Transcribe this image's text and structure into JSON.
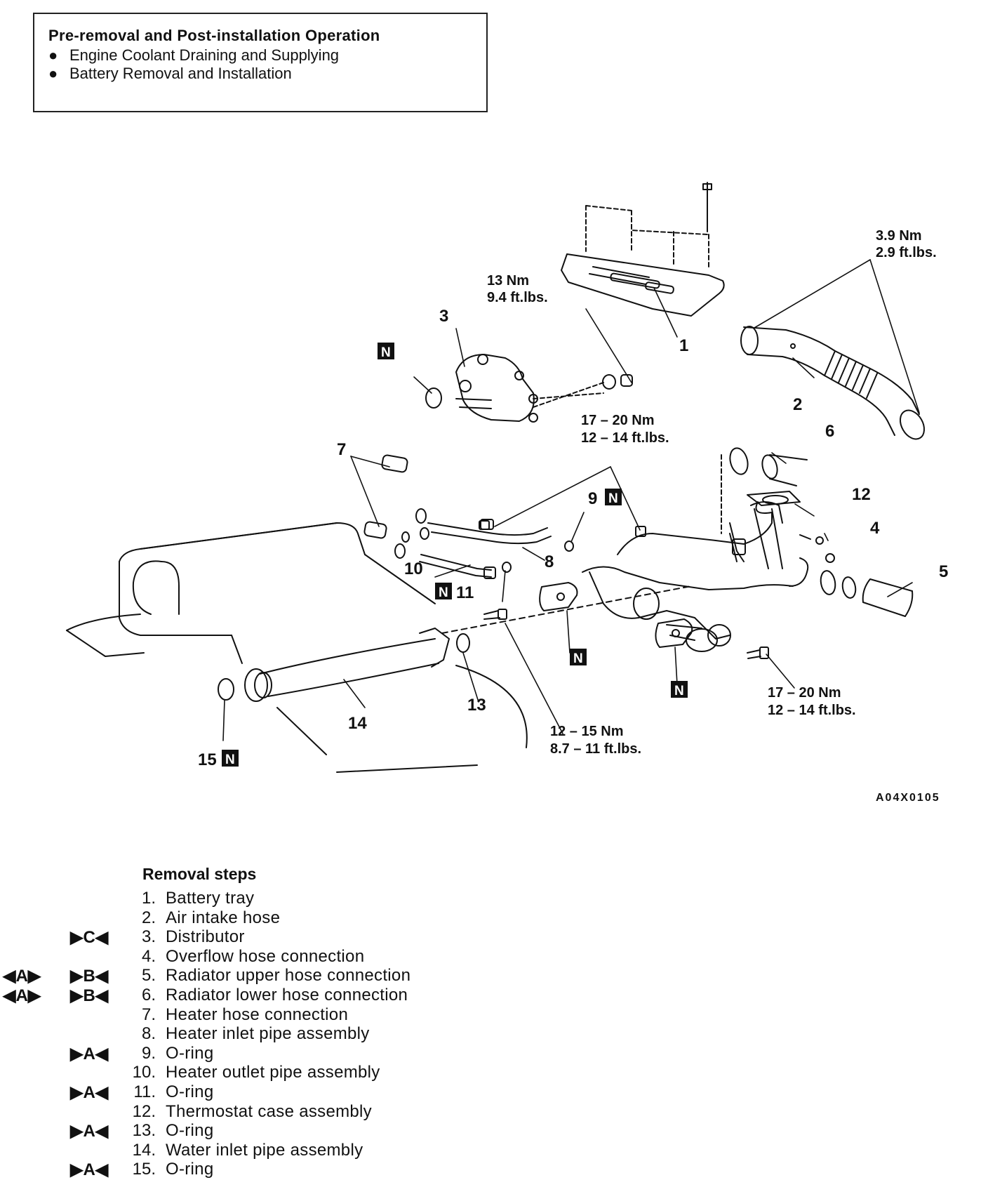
{
  "pre_box": {
    "title": "Pre-removal and Post-installation Operation",
    "items": [
      "Engine Coolant Draining and Supplying",
      "Battery Removal and Installation"
    ]
  },
  "callouts": {
    "n1": "1",
    "n2": "2",
    "n3": "3",
    "n4": "4",
    "n5": "5",
    "n6": "6",
    "n7": "7",
    "n8": "8",
    "n9": "9",
    "n10": "10",
    "n11": "11",
    "n12": "12",
    "n13": "13",
    "n14": "14",
    "n15": "15",
    "new_part": "N"
  },
  "torques": {
    "t1_nm": "3.9 Nm",
    "t1_ft": "2.9 ft.lbs.",
    "t2_nm": "13 Nm",
    "t2_ft": "9.4 ft.lbs.",
    "t3_nm": "17 – 20 Nm",
    "t3_ft": "12 – 14 ft.lbs.",
    "t4_nm": "17 – 20 Nm",
    "t4_ft": "12 – 14 ft.lbs.",
    "t5_nm": "12 – 15 Nm",
    "t5_ft": "8.7 – 11 ft.lbs."
  },
  "figure_ref": "A04X0105",
  "removal": {
    "heading": "Removal steps",
    "steps": [
      {
        "m1": "",
        "m2": "",
        "num": "1.",
        "text": "Battery tray"
      },
      {
        "m1": "",
        "m2": "",
        "num": "2.",
        "text": "Air intake hose"
      },
      {
        "m1": "",
        "m2": "▶C◀",
        "num": "3.",
        "text": "Distributor"
      },
      {
        "m1": "",
        "m2": "",
        "num": "4.",
        "text": "Overflow hose connection"
      },
      {
        "m1": "◀A▶",
        "m2": "▶B◀",
        "num": "5.",
        "text": "Radiator upper hose connection"
      },
      {
        "m1": "◀A▶",
        "m2": "▶B◀",
        "num": "6.",
        "text": "Radiator lower hose connection"
      },
      {
        "m1": "",
        "m2": "",
        "num": "7.",
        "text": "Heater hose connection"
      },
      {
        "m1": "",
        "m2": "",
        "num": "8.",
        "text": "Heater inlet pipe assembly"
      },
      {
        "m1": "",
        "m2": "▶A◀",
        "num": "9.",
        "text": "O-ring"
      },
      {
        "m1": "",
        "m2": "",
        "num": "10.",
        "text": "Heater outlet pipe assembly"
      },
      {
        "m1": "",
        "m2": "▶A◀",
        "num": "11.",
        "text": "O-ring"
      },
      {
        "m1": "",
        "m2": "",
        "num": "12.",
        "text": "Thermostat case assembly"
      },
      {
        "m1": "",
        "m2": "▶A◀",
        "num": "13.",
        "text": "O-ring"
      },
      {
        "m1": "",
        "m2": "",
        "num": "14.",
        "text": "Water inlet pipe assembly"
      },
      {
        "m1": "",
        "m2": "▶A◀",
        "num": "15.",
        "text": "O-ring"
      }
    ]
  }
}
